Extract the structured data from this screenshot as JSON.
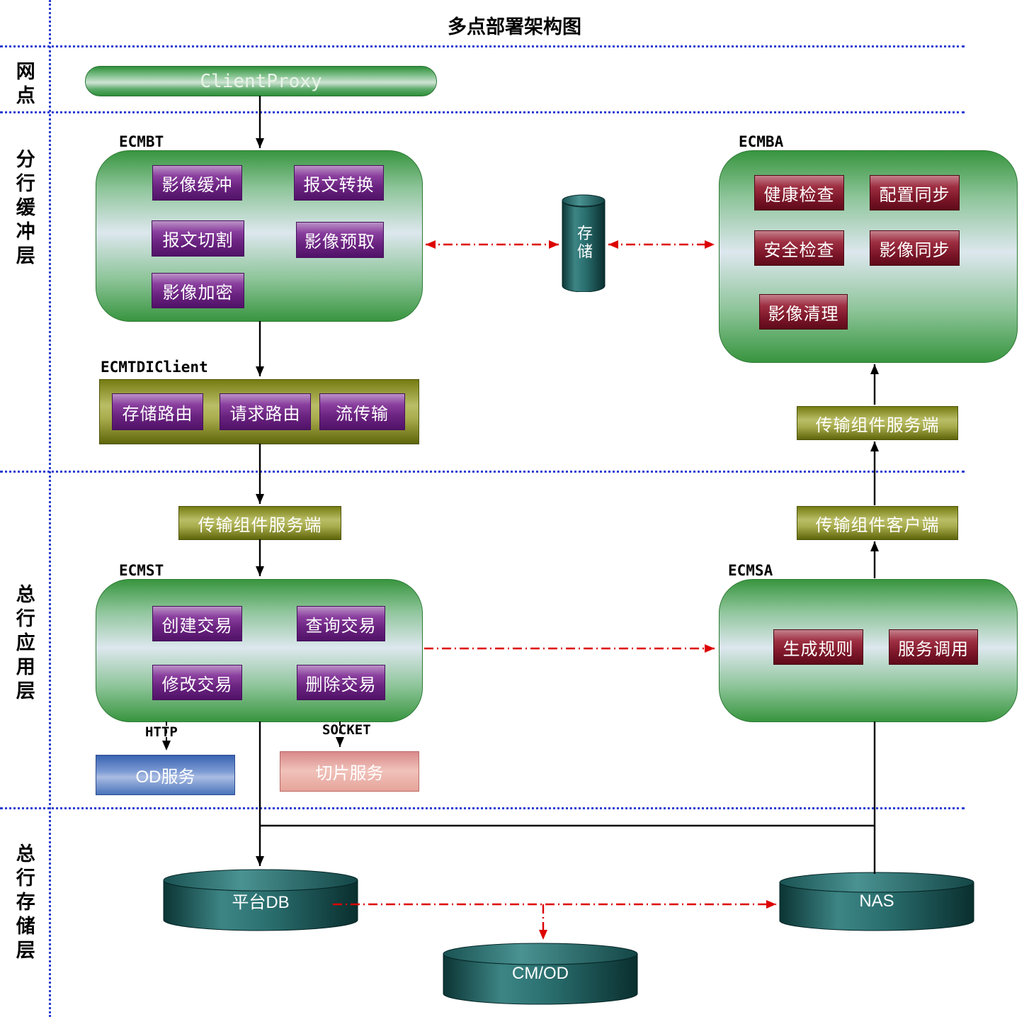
{
  "title": "多点部署架构图",
  "layers": {
    "site": "网点",
    "branch_buffer": "分行缓冲层",
    "head_app": "总行应用层",
    "head_storage": "总行存储层"
  },
  "nodes": {
    "client_proxy": "ClientProxy",
    "ecmbt": {
      "label": "ECMBT",
      "items": [
        "影像缓冲",
        "报文转换",
        "报文切割",
        "影像预取",
        "影像加密"
      ]
    },
    "storage": "存储",
    "ecmba": {
      "label": "ECMBA",
      "items": [
        "健康检查",
        "配置同步",
        "安全检查",
        "影像同步",
        "影像清理"
      ]
    },
    "ecmtdi": {
      "label": "ECMTDIClient",
      "items": [
        "存储路由",
        "请求路由",
        "流传输"
      ]
    },
    "transfer_server_left": "传输组件服务端",
    "transfer_server_right": "传输组件服务端",
    "transfer_client_right": "传输组件客户端",
    "ecmst": {
      "label": "ECMST",
      "items": [
        "创建交易",
        "查询交易",
        "修改交易",
        "删除交易"
      ]
    },
    "ecmsa": {
      "label": "ECMSA",
      "items": [
        "生成规则",
        "服务调用"
      ]
    },
    "od_service": "OD服务",
    "slice_service": "切片服务",
    "platform_db": "平台DB",
    "nas": "NAS",
    "cm_od": "CM/OD"
  },
  "edge_labels": {
    "http": "HTTP",
    "socket": "SOCKET"
  },
  "colors": {
    "green_box": "#38953f",
    "purple_item": "#6a2380",
    "dark_red_item": "#7c1628",
    "olive_box": "#8a8e20",
    "blue_box": "#4a74bc",
    "pink_box": "#e09a90",
    "teal_cylinder": "#1f5f5f",
    "connector_black": "#000000",
    "connector_red": "#dd0000",
    "layer_line_blue": "#2a3fd0"
  }
}
